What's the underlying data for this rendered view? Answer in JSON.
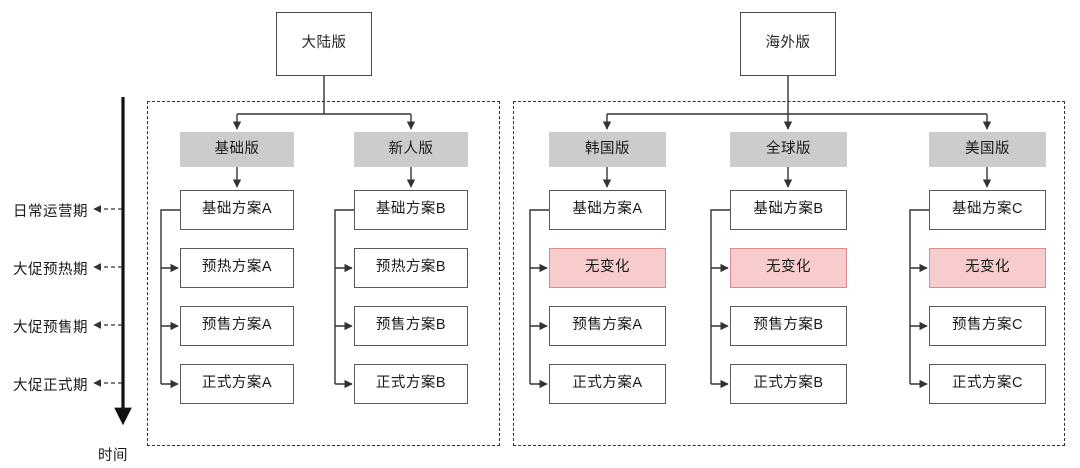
{
  "diagram": {
    "title_text_not_shown": "",
    "axis": {
      "caption": "时间",
      "stages": [
        "日常运营期",
        "大促预热期",
        "大促预售期",
        "大促正式期"
      ]
    },
    "colors": {
      "chip_fill": "#cccccc",
      "pink_fill": "#f8cccc",
      "pink_border": "#d98c8c",
      "box_border": "#595959",
      "group_border": "#333333",
      "axis": "#111111"
    },
    "roots": [
      {
        "label": "大陆版"
      },
      {
        "label": "海外版"
      }
    ],
    "groups": [
      {
        "root": "大陆版",
        "columns": [
          {
            "header": "基础版",
            "items": [
              {
                "label": "基础方案A",
                "variant": "plain"
              },
              {
                "label": "预热方案A",
                "variant": "plain"
              },
              {
                "label": "预售方案A",
                "variant": "plain"
              },
              {
                "label": "正式方案A",
                "variant": "plain"
              }
            ]
          },
          {
            "header": "新人版",
            "items": [
              {
                "label": "基础方案B",
                "variant": "plain"
              },
              {
                "label": "预热方案B",
                "variant": "plain"
              },
              {
                "label": "预售方案B",
                "variant": "plain"
              },
              {
                "label": "正式方案B",
                "variant": "plain"
              }
            ]
          }
        ]
      },
      {
        "root": "海外版",
        "columns": [
          {
            "header": "韩国版",
            "items": [
              {
                "label": "基础方案A",
                "variant": "plain"
              },
              {
                "label": "无变化",
                "variant": "pink"
              },
              {
                "label": "预售方案A",
                "variant": "plain"
              },
              {
                "label": "正式方案A",
                "variant": "plain"
              }
            ]
          },
          {
            "header": "全球版",
            "items": [
              {
                "label": "基础方案B",
                "variant": "plain"
              },
              {
                "label": "无变化",
                "variant": "pink"
              },
              {
                "label": "预售方案B",
                "variant": "plain"
              },
              {
                "label": "正式方案B",
                "variant": "plain"
              }
            ]
          },
          {
            "header": "美国版",
            "items": [
              {
                "label": "基础方案C",
                "variant": "plain"
              },
              {
                "label": "无变化",
                "variant": "pink"
              },
              {
                "label": "预售方案C",
                "variant": "plain"
              },
              {
                "label": "正式方案C",
                "variant": "plain"
              }
            ]
          }
        ]
      }
    ]
  }
}
